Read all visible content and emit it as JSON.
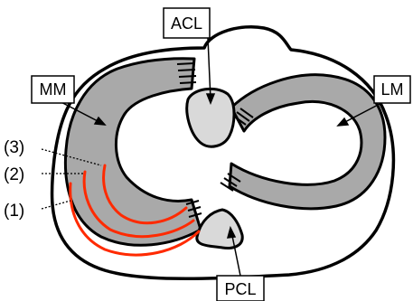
{
  "diagram": {
    "labels": {
      "acl": "ACL",
      "pcl": "PCL",
      "mm": "MM",
      "lm": "LM"
    },
    "zones": [
      "(3)",
      "(2)",
      "(1)"
    ]
  },
  "colors": {
    "meniscus_fill": "#a9a9a9",
    "ligament_fill": "#d9d9d9",
    "tear_lines": "#ff2a00",
    "outline": "#000000",
    "background": "#ffffff"
  }
}
